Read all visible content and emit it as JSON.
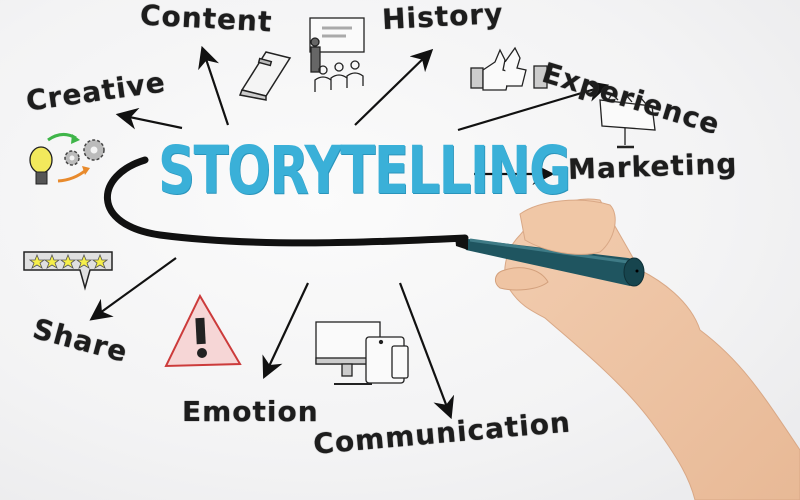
{
  "diagram": {
    "central_concept": "STORYTELLING",
    "central_color": "#3ab0d8",
    "branches": [
      {
        "label": "Content",
        "icon": "book-icon"
      },
      {
        "label": "History",
        "icon": "presentation-icon"
      },
      {
        "label": "Experience",
        "icon": "thumbs-up-icon"
      },
      {
        "label": "Marketing",
        "icon": "billboard-icon"
      },
      {
        "label": "Communication",
        "icon": "devices-icon"
      },
      {
        "label": "Emotion",
        "icon": "warning-triangle-icon"
      },
      {
        "label": "Share",
        "icon": "five-star-rating-icon"
      },
      {
        "label": "Creative",
        "icon": "lightbulb-gears-icon"
      }
    ],
    "rating_stars": 5,
    "hand_with_marker": true,
    "marker_color": "#1f5560"
  }
}
